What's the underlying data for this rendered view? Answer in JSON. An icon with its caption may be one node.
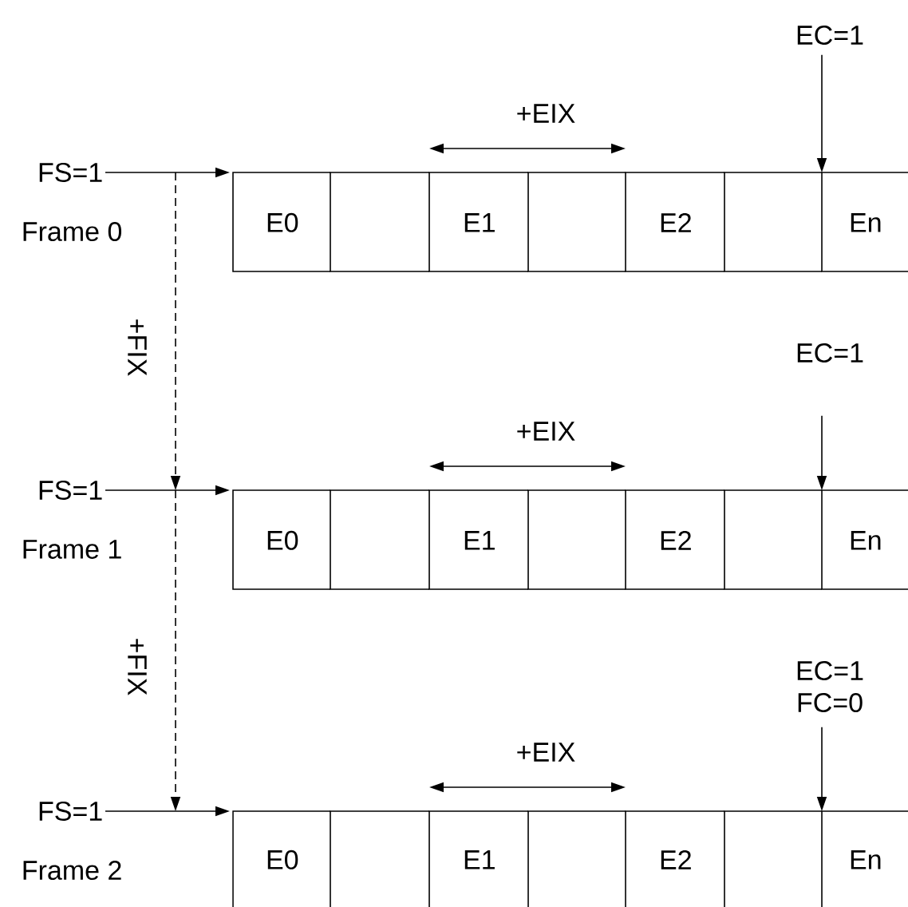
{
  "diagram": {
    "nodes": [
      {
        "text": [
          "FS=1"
        ]
      },
      {
        "text": [
          "E0"
        ]
      },
      {
        "text": [],
        "shape": "box"
      },
      {
        "text": [
          "E1"
        ]
      },
      {
        "text": [],
        "shape": "box"
      },
      {
        "text": [
          "E2"
        ]
      },
      {
        "text": [],
        "shape": "box"
      },
      {
        "text": [
          "En"
        ]
      },
      {
        "text": [
          "EC=1"
        ]
      },
      {
        "text": [
          "FS=1"
        ]
      },
      {
        "text": [
          "E0"
        ]
      },
      {
        "text": [],
        "shape": "box"
      },
      {
        "text": [
          "E1"
        ]
      },
      {
        "text": [],
        "shape": "box"
      },
      {
        "text": [
          "E2"
        ]
      },
      {
        "text": [],
        "shape": "box"
      },
      {
        "text": [
          "En"
        ]
      },
      {
        "text": [
          "EC=1"
        ]
      },
      {
        "text": [
          "FS=1"
        ]
      },
      {
        "text": [
          "E0"
        ]
      },
      {
        "text": [],
        "shape": "box"
      },
      {
        "text": [
          "E1"
        ]
      },
      {
        "text": [],
        "shape": "box"
      },
      {
        "text": [
          "E2"
        ]
      },
      {
        "text": [],
        "shape": "box"
      },
      {
        "text": [
          "En"
        ]
      },
      {
        "text": [
          "EC=1 FC=0"
        ]
      }
    ],
    "edges": [
      {
        "from": 0,
        "to": 1,
        "arrow": "to"
      },
      {
        "from": 8,
        "to": 7,
        "arrow": "to"
      },
      {
        "from": 0,
        "to": 9,
        "arrow": "to",
        "style": "dashed",
        "label": "+FIX"
      },
      {
        "from": 9,
        "to": 10,
        "arrow": "to"
      },
      {
        "from": 17,
        "to": 16,
        "arrow": "to"
      },
      {
        "from": 9,
        "to": 18,
        "arrow": "to",
        "style": "dashed",
        "label": "+FIX"
      },
      {
        "from": 18,
        "to": 19,
        "arrow": "to"
      },
      {
        "from": 26,
        "to": 25,
        "arrow": "to"
      }
    ],
    "labels": [
      "+EIX",
      "Frame 0",
      "+EIX",
      "Frame 1",
      "+EIX",
      "Frame 2"
    ]
  }
}
